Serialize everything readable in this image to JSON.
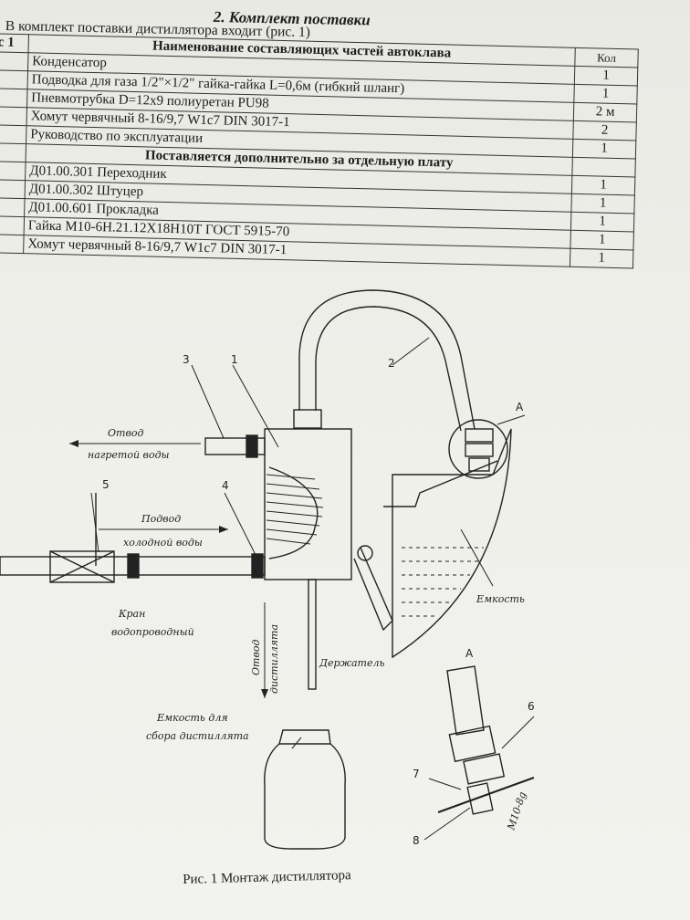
{
  "section_title": "2.  Комплект поставки",
  "intro": "В комплект поставки дистиллятора входит (рис. 1)",
  "table": {
    "header_num": "с 1",
    "header_name": "Наименование составляющих частей автоклава",
    "header_qty": "Кол",
    "rows": [
      {
        "name": "Конденсатор",
        "qty": "1",
        "bold": false
      },
      {
        "name": "Подводка для газа 1/2\"×1/2\" гайка-гайка L=0,6м (гибкий шланг)",
        "qty": "1",
        "bold": false
      },
      {
        "name": "Пневмотрубка D=12x9  полиуретан PU98",
        "qty": "2 м",
        "bold": false
      },
      {
        "name": "Хомут червячный 8-16/9,7 W1c7 DIN 3017-1",
        "qty": "2",
        "bold": false
      },
      {
        "name": "Руководство по эксплуатации",
        "qty": "1",
        "bold": false
      },
      {
        "name": "Поставляется дополнительно за отдельную плату",
        "qty": "",
        "bold": true
      },
      {
        "name": "Д01.00.301 Переходник",
        "qty": "1",
        "bold": false
      },
      {
        "name": "Д01.00.302 Штуцер",
        "qty": "1",
        "bold": false
      },
      {
        "name": "Д01.00.601 Прокладка",
        "qty": "1",
        "bold": false
      },
      {
        "name": "Гайка М10-6Н.21.12Х18Н10Т  ГОСТ 5915-70",
        "qty": "1",
        "bold": false
      },
      {
        "name": "Хомут червячный 8-16/9,7 W1c7 DIN 3017-1",
        "qty": "1",
        "bold": false
      }
    ]
  },
  "figure": {
    "labels": {
      "hot_water_1": "Отвод",
      "hot_water_2": "нагретой воды",
      "cold_water_1": "Подвод",
      "cold_water_2": "холодной воды",
      "tap_1": "Кран",
      "tap_2": "водопроводный",
      "distillate_1": "Отвод",
      "distillate_2": "дистиллята",
      "holder": "Держатель",
      "vessel": "Емкость",
      "collect_1": "Емкость для",
      "collect_2": "сбора дистиллята",
      "view_a": "А",
      "view_a2": "А",
      "thread": "М10-8g"
    },
    "numbers": [
      "1",
      "2",
      "3",
      "4",
      "5",
      "6",
      "7",
      "8"
    ]
  },
  "caption": "Рис. 1 Монтаж дистиллятора"
}
